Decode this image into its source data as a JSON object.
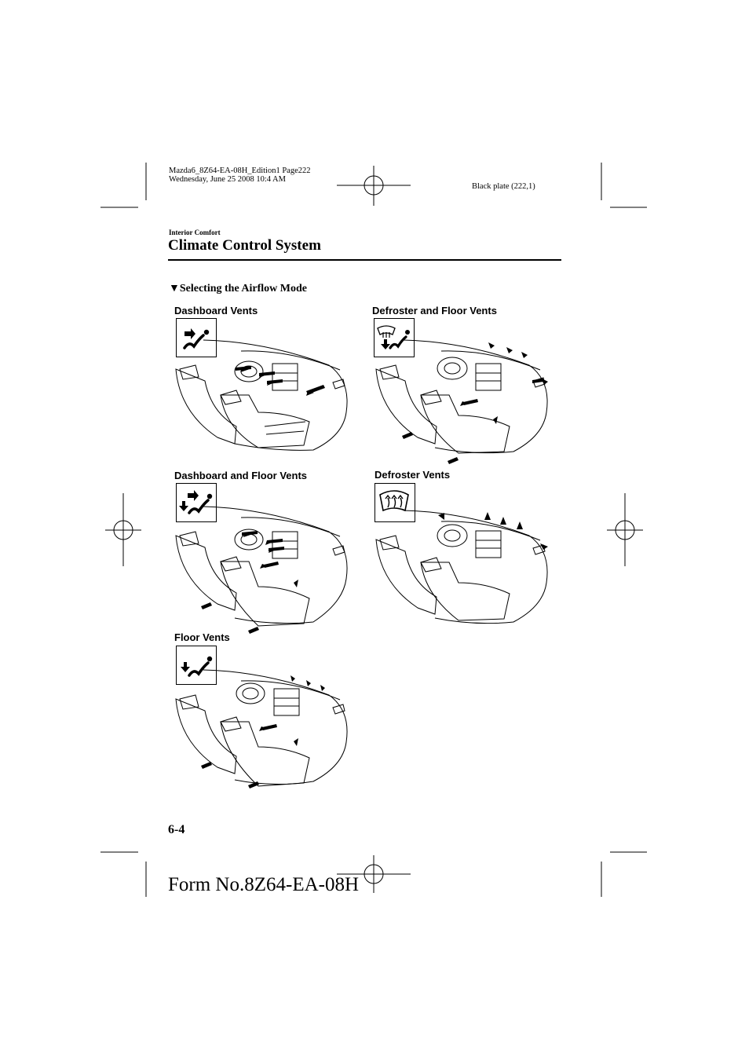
{
  "header": {
    "meta_line1": "Mazda6_8Z64-EA-08H_Edition1 Page222",
    "meta_line2": "Wednesday, June 25 2008 10:4 AM",
    "plate": "Black plate (222,1)"
  },
  "section": {
    "category": "Interior Comfort",
    "title": "Climate Control System"
  },
  "subsection": {
    "marker": "▼",
    "title": "Selecting the Airflow Mode"
  },
  "modes": [
    {
      "caption": "Dashboard Vents",
      "icon": "dashboard-vents-icon"
    },
    {
      "caption": "Defroster and Floor Vents",
      "icon": "defroster-floor-vents-icon"
    },
    {
      "caption": "Dashboard and Floor Vents",
      "icon": "dashboard-floor-vents-icon"
    },
    {
      "caption": "Defroster Vents",
      "icon": "defroster-vents-icon"
    },
    {
      "caption": "Floor Vents",
      "icon": "floor-vents-icon"
    }
  ],
  "footer": {
    "page_number": "6-4",
    "form_number": "Form No.8Z64-EA-08H"
  }
}
